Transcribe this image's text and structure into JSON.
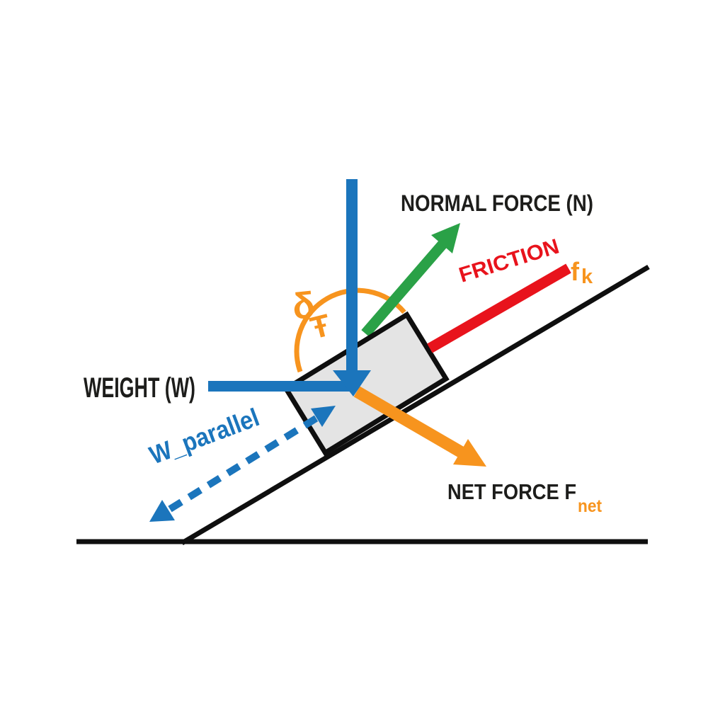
{
  "diagram": {
    "type": "inclined-plane free-body force diagram",
    "incline_angle_deg_estimate": 31
  },
  "labels": {
    "normal_force": "NORMAL FORCE (N)",
    "weight": "WEIGHT (W)",
    "friction": "FRICTION",
    "friction_symbol": "f",
    "friction_symbol_sub": "k",
    "w_parallel": "W_parallel",
    "net_force": "NET FORCE F",
    "net_force_sub": "net",
    "angle_glyph_outer": "δ",
    "angle_glyph_inner": "Ŧ"
  },
  "colors": {
    "blue": "#1b75bc",
    "green": "#2aa147",
    "red": "#e8131c",
    "orange": "#f7941e",
    "ink": "#1d1d1b",
    "block_fill": "#e4e4e4",
    "outline": "#0f0f0f",
    "background": "#ffffff"
  },
  "forces": [
    {
      "name": "weight",
      "label": "WEIGHT (W)",
      "color": "#1b75bc",
      "style": "solid arrow",
      "direction": "straight down into block center"
    },
    {
      "name": "normal",
      "label": "NORMAL FORCE (N)",
      "color": "#2aa147",
      "style": "solid arrow",
      "direction": "up-right, away from incline surface"
    },
    {
      "name": "friction",
      "label": "FRICTION fk",
      "color": "#e8131c",
      "style": "thick line",
      "direction": "up the incline along surface"
    },
    {
      "name": "net_force",
      "label": "NET FORCE Fnet",
      "color": "#f7941e",
      "style": "solid arrow",
      "direction": "down-right from block center"
    },
    {
      "name": "weight_parallel",
      "label": "W_parallel",
      "color": "#1b75bc",
      "style": "dashed double-headed arrow",
      "direction": "along incline below block"
    }
  ]
}
